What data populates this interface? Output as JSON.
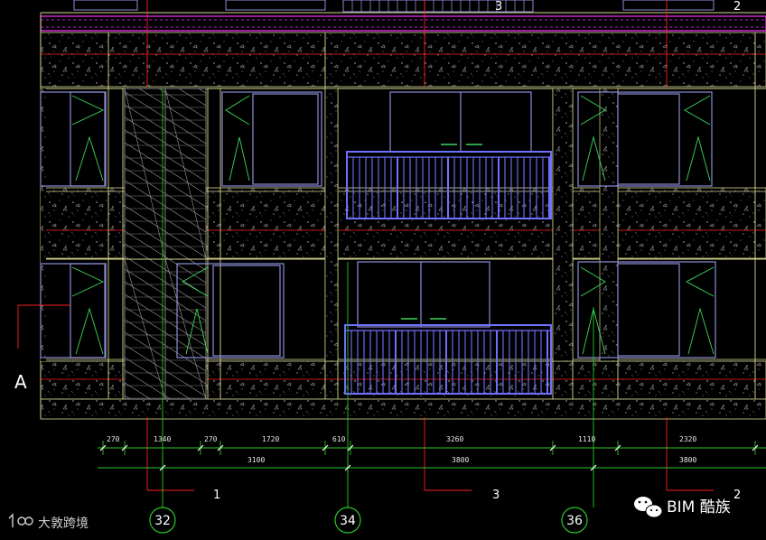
{
  "colors": {
    "background": "#000000",
    "wall_outline": "#d8d890",
    "window_frame": "#8d8dd8",
    "glazing_symbol": "#3cd65c",
    "railing": "#7070ff",
    "axis_red": "#ff2020",
    "dimension_green": "#28c828",
    "magenta_band": "#ff30ff",
    "text": "#ffffff"
  },
  "dimensions_row1": [
    "270",
    "1340",
    "270",
    "1720",
    "610",
    "3260",
    "1110",
    "2320"
  ],
  "dimensions_row2": [
    "3100",
    "3800",
    "3800"
  ],
  "axis_bubbles": [
    "32",
    "34",
    "36"
  ],
  "axis_numbers": [
    "1",
    "3",
    "2"
  ],
  "top_numbers": [
    "3",
    "2"
  ],
  "section_letter": "A",
  "brand_text": "BIM 酷族",
  "watermark_text": "大敦跨境"
}
